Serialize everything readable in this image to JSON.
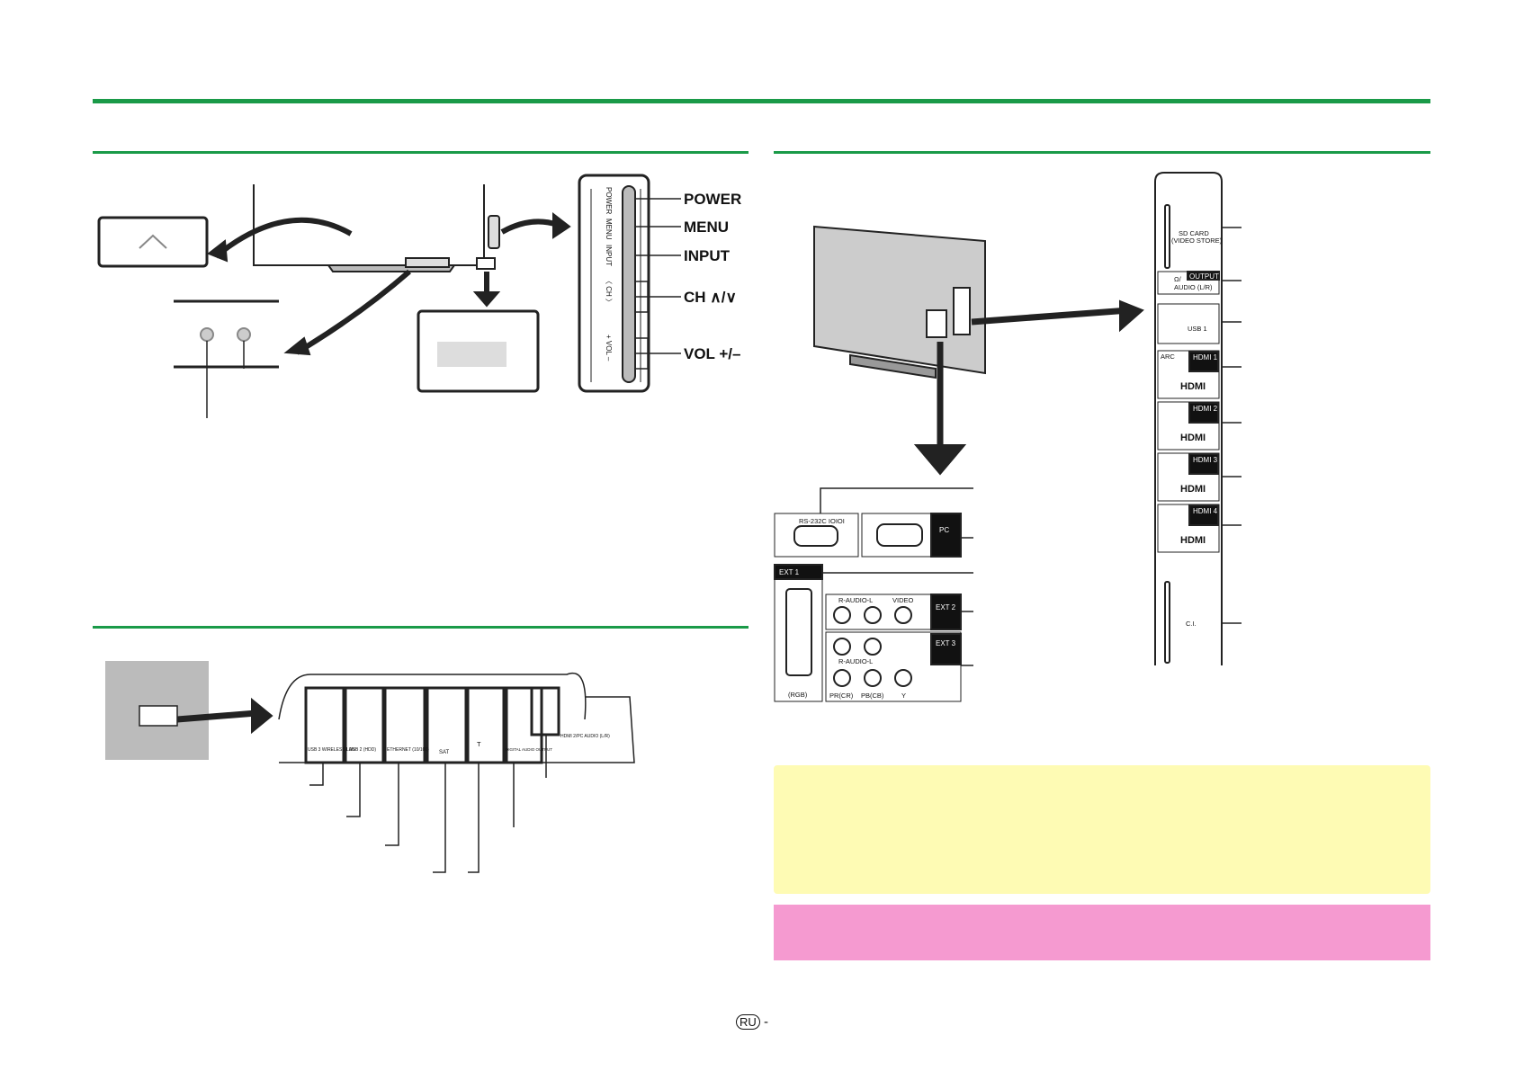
{
  "colors": {
    "rule": "#1a9a48",
    "note_box": "#fefbb4",
    "warning_box": "#f59ad0"
  },
  "front_controls": {
    "labels": [
      "POWER",
      "MENU",
      "INPUT",
      "CH ∧/∨",
      "VOL +/–"
    ],
    "panel_text": [
      "POWER",
      "MENU",
      "INPUT",
      "〈 CH 〉",
      "+ VOL –"
    ]
  },
  "rear_panel": {
    "sd": [
      "SD CARD",
      "(VIDEO STORE)"
    ],
    "output_tag": "OUTPUT",
    "audio": [
      "Ω/",
      "AUDIO (L/R)"
    ],
    "usb": "USB 1",
    "arc": "ARC",
    "hdmi": [
      "HDMI 1",
      "HDMI 2",
      "HDMI 3",
      "HDMI 4"
    ],
    "hdmi_logo": "HDMI",
    "ci": "C.I."
  },
  "back_connectors": {
    "rs232": "RS-232C IOIOI",
    "pc": "PC",
    "ext1": "EXT 1",
    "rgb": "(RGB)",
    "ext2": "EXT 2",
    "ext3": "EXT 3",
    "r_audio_l": "R-AUDIO-L",
    "video": "VIDEO",
    "pr": "PR(CR)",
    "pb": "PB(CB)",
    "y": "Y"
  },
  "side_connectors": [
    "USB 3 WIRELESS LAN",
    "USB 2 (HDD)",
    "ETHERNET (10/100)",
    "SAT",
    "Т",
    "DIGITAL AUDIO OUTPUT",
    "HDMI 2/PC AUDIO (L/R)"
  ],
  "footer": {
    "lang": "RU",
    "dash": "-"
  }
}
